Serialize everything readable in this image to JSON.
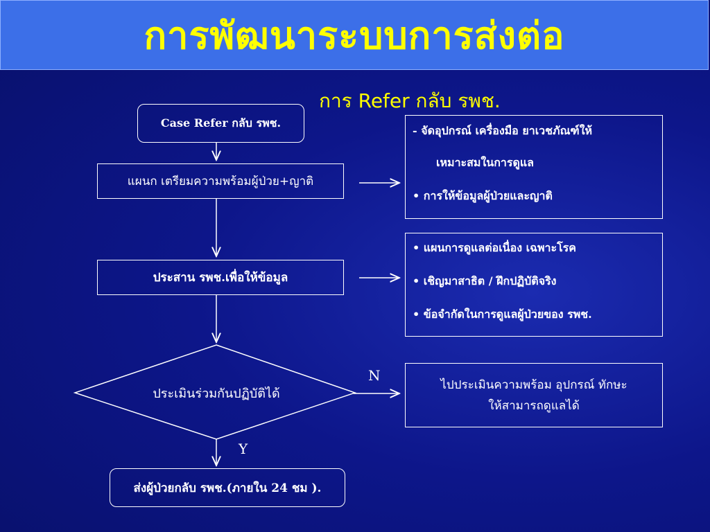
{
  "title": "การพัฒนาระบบการส่งต่อ",
  "subtitle": "การ Refer กลับ รพช.",
  "flow": {
    "start": "Case Refer กลับ รพช.",
    "step1": "แผนก เตรียมความพร้อมผู้ป่วย+ญาติ",
    "step2": "ประสาน รพช.เพื่อให้ข้อมูล",
    "decision": "ประเมินร่วมกันปฏิบัติได้",
    "end": "ส่งผู้ป่วยกลับ รพช.(ภายใน 24 ชม ).",
    "no_label": "N",
    "yes_label": "Y"
  },
  "notes": {
    "step1_note": [
      "- จัดอุปกรณ์ เครื่องมือ ยาเวชภัณฑ์ให้",
      "เหมาะสมในการดูแล",
      "• การให้ข้อมูลผู้ป่วยและญาติ"
    ],
    "step2_note": [
      "• แผนการดูแลต่อเนื่อง เฉพาะโรค",
      "• เชิญมาสาธิต / ฝึกปฏิบัติจริง",
      "•  ข้อจำกัดในการดูแลผู้ป่วยของ รพช."
    ],
    "no_note": [
      "ไปประเมินความพร้อม อุปกรณ์ ทักษะ",
      "ให้สามารถดูแลได้"
    ]
  },
  "colors": {
    "title_bar": "#3c6fe8",
    "title_text": "#ffff00",
    "background": "#0a1070",
    "line": "#ffffff"
  }
}
